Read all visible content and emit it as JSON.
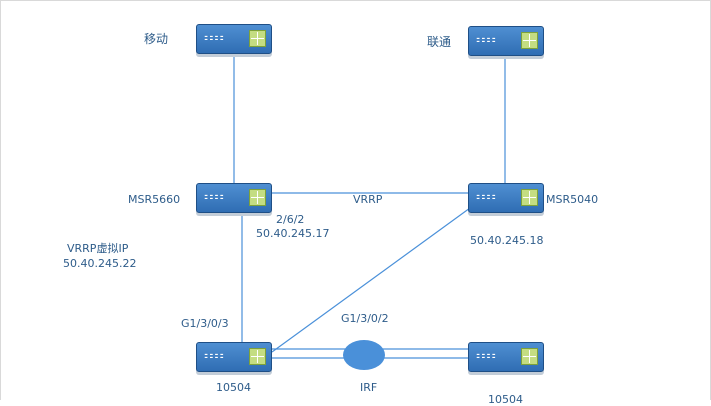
{
  "devices": {
    "cmcc": {
      "label": "移动"
    },
    "unicom": {
      "label": "联通"
    },
    "msr5660": {
      "label": "MSR5660"
    },
    "msr5040": {
      "label": "MSR5040"
    },
    "core_left": {
      "label": "10504"
    },
    "core_right": {
      "label": "10504"
    }
  },
  "links": {
    "vrrp": {
      "label": "VRRP"
    },
    "irf": {
      "label": "IRF"
    }
  },
  "annotations": {
    "port_msr5660": "2/6/2",
    "ip_msr5660": "50.40.245.17",
    "ip_msr5040": "50.40.245.18",
    "vrrp_virtual_ip_label": "VRRP虚拟IP",
    "vrrp_virtual_ip": "50.40.245.22",
    "port_g1303": "G1/3/0/3",
    "port_g1302": "G1/3/0/2"
  },
  "colors": {
    "link": "#4a90d9",
    "device": "#3a7cc5",
    "device_square": "#c4dd82",
    "text": "#2e5c8a"
  }
}
